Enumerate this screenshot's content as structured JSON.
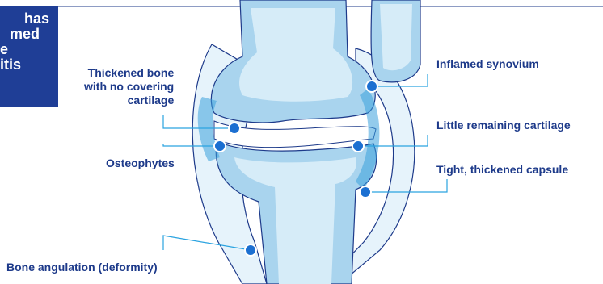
{
  "title_box": {
    "lines": [
      "has",
      "med",
      "e",
      "itis"
    ]
  },
  "labels": {
    "thickened_bone": [
      "Thickened bone",
      "with no covering",
      "cartilage"
    ],
    "osteophytes": "Osteophytes",
    "bone_angulation": "Bone angulation (deformity)",
    "inflamed_synovium": "Inflamed synovium",
    "little_cartilage": "Little remaining cartilage",
    "tight_capsule": "Tight, thickened capsule"
  },
  "colors": {
    "title_bg": "#1f3e96",
    "label_text": "#1d3a8a",
    "bone_fill": "#a9d4ee",
    "bone_light": "#d6ecf8",
    "outline": "#1d3a8a",
    "marker": "#1b6fd1",
    "leader_line": "#2aa3e0"
  }
}
